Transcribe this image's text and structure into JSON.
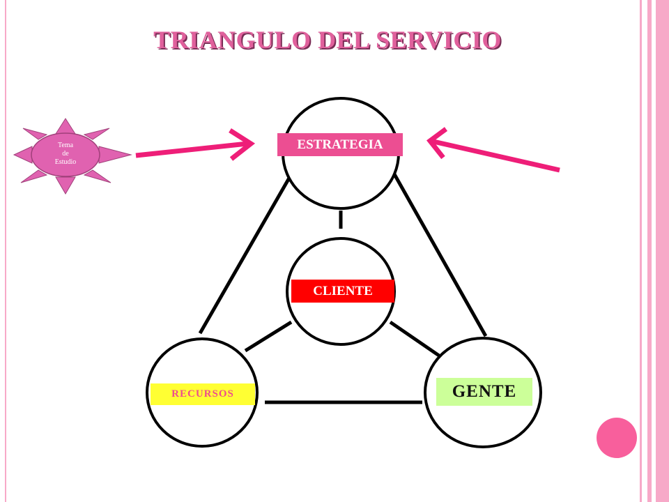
{
  "title": "TRIANGULO DEL SERVICIO",
  "badge": {
    "line1": "Tema",
    "line2": "de",
    "line3": "Estudio"
  },
  "nodes": {
    "estrategia": "ESTRATEGIA",
    "cliente": "CLIENTE",
    "recursos": "RECURSOS",
    "gente": "GENTE"
  },
  "colors": {
    "title": "#e0609c",
    "title_shadow": "#7a2c55",
    "arrow": "#ee1e78",
    "estrategia_bg": "#ec4e92",
    "cliente_bg": "#ff0000",
    "recursos_bg": "#ffff33",
    "gente_bg": "#ccff99",
    "sun": "#e062b0",
    "side_stripes": "#f7a9c8",
    "dot": "#f85f9c"
  }
}
